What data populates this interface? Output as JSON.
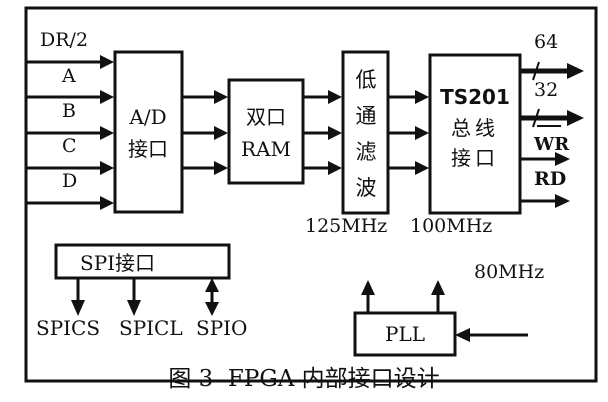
{
  "figure": {
    "caption": "图 3  FPGA 内部接口设计"
  },
  "inputs": {
    "signals": [
      "DR/2",
      "A",
      "B",
      "C",
      "D"
    ]
  },
  "blocks": {
    "ad": {
      "line1": "A/D",
      "line2": "接口"
    },
    "ram": {
      "line1": "双口",
      "line2": "RAM"
    },
    "lpf": {
      "chars": [
        "低",
        "通",
        "滤",
        "波"
      ]
    },
    "ts201": {
      "line1": "TS201",
      "line2": "总线",
      "line3": "接口"
    },
    "spi": {
      "label": "SPI接口"
    },
    "pll": {
      "label": "PLL"
    }
  },
  "outputs": {
    "bus_widths": [
      "64",
      "32"
    ],
    "signals": [
      "WR",
      "RD"
    ]
  },
  "spi_signals": [
    "SPICS",
    "SPICL",
    "SPIO"
  ],
  "clocks": {
    "out1": "125MHz",
    "out2": "100MHz",
    "in": "80MHz"
  }
}
